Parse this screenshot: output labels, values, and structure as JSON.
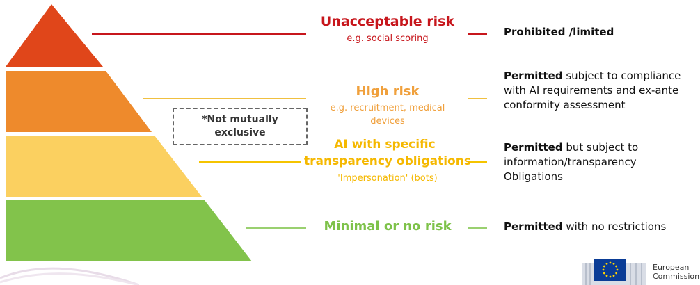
{
  "levels": [
    {
      "title": "Unacceptable risk",
      "subtitle": "e.g. social scoring",
      "color": "#c7161c",
      "fill": "#e0461a",
      "desc_bold": "Prohibited ",
      "desc_rest": "/limited"
    },
    {
      "title": "High risk",
      "subtitle": "e.g. recruitment, medical",
      "subtitle2": "devices",
      "color": "#f0a03c",
      "fill": "#ee8a2c",
      "desc_bold": "Permitted",
      "desc_rest": " subject to compliance",
      "desc_line2": "with AI requirements and ex-ante",
      "desc_line3": "conformity assessment"
    },
    {
      "title": "AI with specific",
      "title2": "transparency obligations",
      "subtitle": "'Impersonation' (bots)",
      "color": "#f5b800",
      "fill": "#fbd060",
      "desc_bold": "Permitted",
      "desc_rest": " but subject to",
      "desc_line2": "information/transparency",
      "desc_line3": "Obligations"
    },
    {
      "title": "Minimal or no risk",
      "color": "#7ec24a",
      "fill": "#82c34b",
      "desc_bold": "Permitted",
      "desc_rest": " with no restrictions"
    }
  ],
  "note": {
    "line1": "*Not mutually",
    "line2": "exclusive"
  },
  "logo": {
    "line1": "European",
    "line2": "Commission"
  }
}
